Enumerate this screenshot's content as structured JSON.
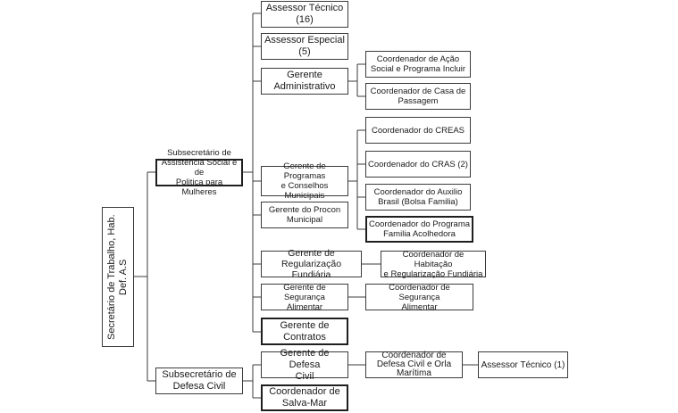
{
  "nodes": {
    "secretario": "Secretário de Trabalho, Hab. Def. A.S",
    "sub_assistencia": "Subsecretário de\nAssistência Social e de\nPolitica para Mulheres",
    "sub_defesa": "Subsecretário de\nDefesa Civil",
    "assessor_tecnico": "Assessor Técnico\n(16)",
    "assessor_especial": "Assessor Especial\n(5)",
    "gerente_administrativo": "Gerente\nAdministrativo",
    "coord_acao_social": "Coordenador de Ação\nSocial e Programa Incluir",
    "coord_casa_passagem": "Coordenador de Casa de\nPassagem",
    "gerente_programas": "Gerente de Programas\ne Conselhos\nMunicipais",
    "coord_creas": "Coordenador do CREAS",
    "coord_cras": "Coordenador do CRAS (2)",
    "coord_auxilio": "Coordenador do Auxilio\nBrasil (Bolsa Familia)",
    "coord_familia": "Coordenador do Programa\nFamilia Acolhedora",
    "gerente_procon": "Gerente do Procon\nMunicipal",
    "gerente_regularizacao": "Gerente de\nRegularização Fundiária",
    "coord_habitacao": "Coordenador de Habitação\ne Regularização Fundiária",
    "gerente_seguranca": "Gerente de Segurança\nAlimentar",
    "coord_seguranca": "Coordenador de Segurança\nAlimentar",
    "gerente_contratos": "Gerente de\nContratos",
    "gerente_defesa": "Gerente de Defesa\nCivil",
    "coord_defesa_orla": "Coordenador de\nDefesa Civil e Orla\nMarítima",
    "assessor_tecnico_1": "Assessor Técnico (1)",
    "coord_salva_mar": "Coordenador de\nSalva-Mar"
  }
}
